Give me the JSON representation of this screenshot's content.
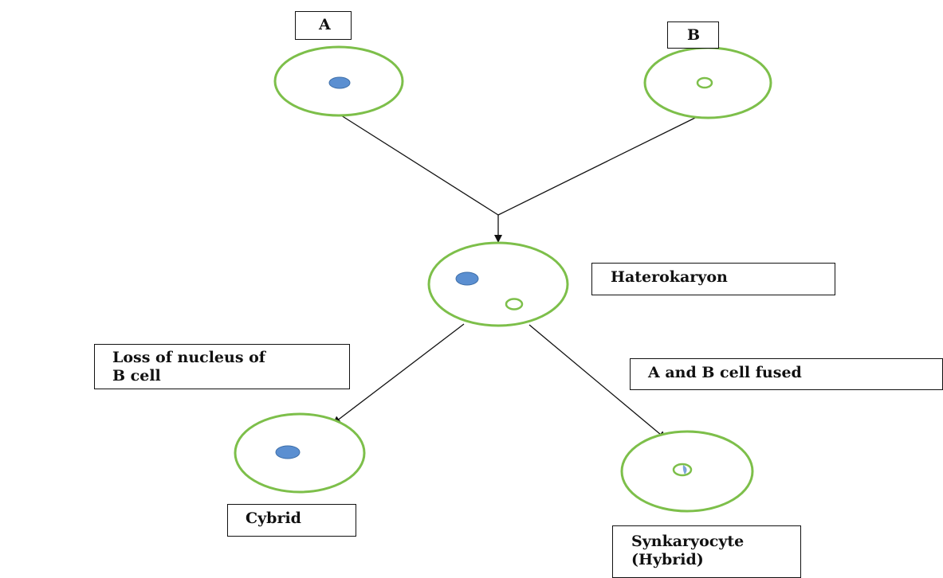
{
  "labels": {
    "cell_a": "A",
    "cell_b": "B",
    "heterokaryon": "Haterokaryon",
    "loss_of_nucleus": "Loss of nucleus of\nB cell",
    "fused": "A and B cell fused",
    "cybrid": "Cybrid",
    "synkaryocyte": "Synkaryocyte\n(Hybrid)"
  },
  "colors": {
    "cell_outline": "#7dbf4a",
    "nucleus_fill": "#5b8fd1",
    "nucleus_stroke": "#3d6ea8",
    "arrow": "#111111",
    "box_border": "#111111"
  }
}
